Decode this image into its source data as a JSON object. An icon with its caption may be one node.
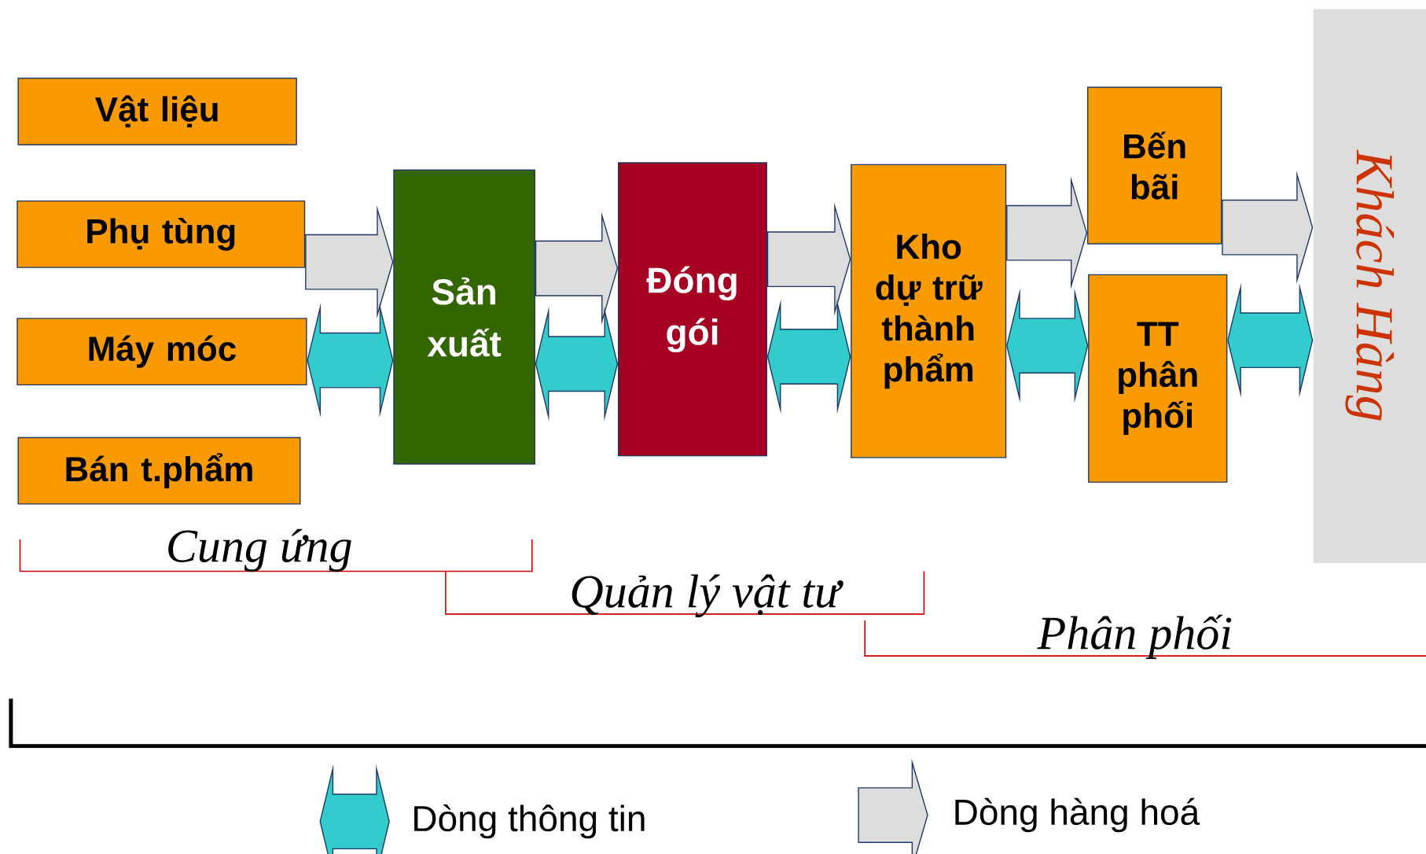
{
  "diagram": {
    "nodes": [
      {
        "text": [
          "Vật liệu"
        ]
      },
      {
        "text": [
          "Phụ tùng"
        ]
      },
      {
        "text": [
          "Máy móc"
        ]
      },
      {
        "text": [
          "Bán t.phẩm"
        ]
      },
      {
        "text": [
          "Sản xuất"
        ]
      },
      {
        "text": [
          "Đóng gói"
        ]
      },
      {
        "text": [
          "Kho dự trữ thành phẩm"
        ]
      },
      {
        "text": [
          "Bến bãi"
        ]
      },
      {
        "text": [
          "TT phân phối"
        ]
      },
      {
        "text": [
          "Khách Hàng"
        ]
      }
    ],
    "edges": [
      {
        "from": 1,
        "to": 4,
        "arrow": "to",
        "color": "#dddddd"
      },
      {
        "from": 2,
        "to": 4,
        "arrow": "both",
        "color": "#33cccc"
      },
      {
        "from": 4,
        "to": 5,
        "arrow": "to",
        "color": "#dddddd"
      },
      {
        "from": 4,
        "to": 5,
        "arrow": "both",
        "color": "#33cccc"
      },
      {
        "from": 5,
        "to": 6,
        "arrow": "to",
        "color": "#dddddd"
      },
      {
        "from": 5,
        "to": 6,
        "arrow": "both",
        "color": "#33cccc"
      },
      {
        "from": 6,
        "to": 7,
        "arrow": "to",
        "color": "#dddddd"
      },
      {
        "from": 6,
        "to": 8,
        "arrow": "both",
        "color": "#33cccc"
      },
      {
        "from": 7,
        "to": 9,
        "arrow": "to",
        "color": "#dddddd"
      },
      {
        "from": 8,
        "to": 9,
        "arrow": "both",
        "color": "#33cccc"
      }
    ],
    "labels": [
      "Cung ứng",
      "Quản lý vật tư",
      "Phân phối"
    ],
    "legend": [
      {
        "text": "Dòng thông tin"
      },
      {
        "text": "Dòng hàng hoá"
      }
    ]
  }
}
